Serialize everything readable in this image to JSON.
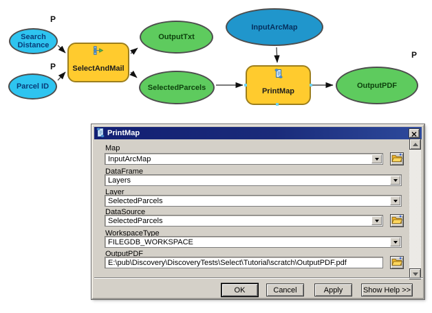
{
  "diagram": {
    "param_marker": "P",
    "nodes": {
      "search_distance": {
        "line1": "Search",
        "line2": "Distance"
      },
      "parcel_id": {
        "label": "Parcel ID"
      },
      "select_and_mail": {
        "label": "SelectAndMail"
      },
      "output_txt": {
        "label": "OutputTxt"
      },
      "selected_parcels": {
        "label": "SelectedParcels"
      },
      "input_arc_map": {
        "label": "InputArcMap"
      },
      "print_map": {
        "label": "PrintMap"
      },
      "output_pdf": {
        "label": "OutputPDF"
      }
    },
    "colors": {
      "input_variable": "#2EC4F0",
      "map_variable": "#2096CC",
      "derived_output": "#5ECB5E",
      "tool": "#FFCB2E"
    }
  },
  "dialog": {
    "title": "PrintMap",
    "fields": [
      {
        "label": "Map",
        "value": "InputArcMap"
      },
      {
        "label": "DataFrame",
        "value": "Layers"
      },
      {
        "label": "Layer",
        "value": "SelectedParcels"
      },
      {
        "label": "DataSource",
        "value": "SelectedParcels"
      },
      {
        "label": "WorkspaceType",
        "value": "FILEGDB_WORKSPACE"
      },
      {
        "label": "OutputPDF",
        "value": "E:\\pub\\Discovery\\DiscoveryTests\\Select\\Tutorial\\scratch\\OutputPDF.pdf"
      }
    ],
    "buttons": {
      "ok": "OK",
      "cancel": "Cancel",
      "apply": "Apply",
      "show_help": "Show Help >>"
    }
  }
}
